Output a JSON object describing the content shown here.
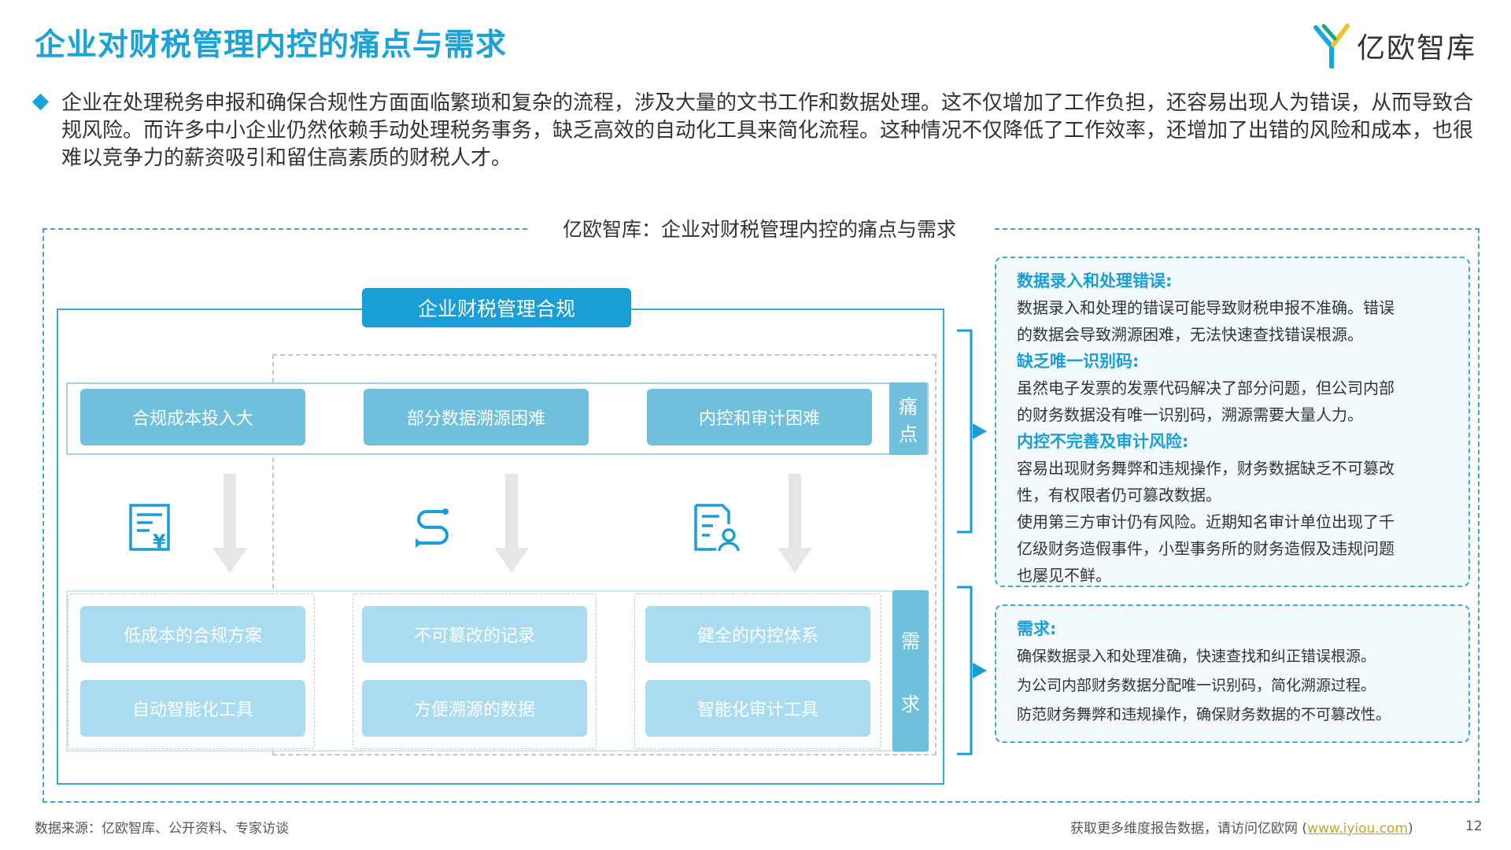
{
  "header": {
    "title": "企业对财税管理内控的痛点与需求",
    "logo_text": "亿欧智库"
  },
  "intro": {
    "text": "企业在处理税务申报和确保合规性方面面临繁琐和复杂的流程，涉及大量的文书工作和数据处理。这不仅增加了工作负担，还容易出现人为错误，从而导致合规风险。而许多中小企业仍然依赖手动处理税务事务，缺乏高效的自动化工具来简化流程。这种情况不仅降低了工作效率，还增加了出错的风险和成本，也很难以竞争力的薪资吸引和留住高素质的财税人才。"
  },
  "diagram": {
    "frame_title": "亿欧智库：企业对财税管理内控的痛点与需求",
    "compliance_label": "企业财税管理合规",
    "pain_tag": [
      "痛",
      "点"
    ],
    "need_tag": [
      "需",
      "求"
    ],
    "pain_points": [
      "合规成本投入大",
      "部分数据溯源困难",
      "内控和审计困难"
    ],
    "icons": [
      "invoice-icon",
      "flow-icon",
      "audit-document-icon"
    ],
    "needs": [
      [
        "低成本的合规方案",
        "自动智能化工具"
      ],
      [
        "不可篡改的记录",
        "方便溯源的数据"
      ],
      [
        "健全的内控体系",
        "智能化审计工具"
      ]
    ]
  },
  "pain_panel": {
    "sections": [
      {
        "head": "数据录入和处理错误:",
        "lines": [
          "数据录入和处理的错误可能导致财税申报不准确。错误",
          "的数据会导致溯源困难，无法快速查找错误根源。"
        ]
      },
      {
        "head": "缺乏唯一识别码:",
        "lines": [
          "虽然电子发票的发票代码解决了部分问题，但公司内部",
          "的财务数据没有唯一识别码，溯源需要大量人力。"
        ]
      },
      {
        "head": "内控不完善及审计风险:",
        "lines": [
          "容易出现财务舞弊和违规操作，财务数据缺乏不可篡改",
          "性，有权限者仍可篡改数据。",
          "使用第三方审计仍有风险。近期知名审计单位出现了千",
          "亿级财务造假事件，小型事务所的财务造假及违规问题",
          "也屡见不鲜。"
        ]
      }
    ]
  },
  "need_panel": {
    "head": "需求:",
    "lines": [
      "确保数据录入和处理准确，快速查找和纠正错误根源。",
      "为公司内部财务数据分配唯一识别码，简化溯源过程。",
      "防范财务舞弊和违规操作，确保财务数据的不可篡改性。"
    ]
  },
  "footer": {
    "source": "数据来源：亿欧智库、公开资料、专家访谈",
    "more_prefix": "获取更多维度报告数据，请访问亿欧网 (",
    "link": "www.iyiou.com",
    "more_suffix": ")",
    "page_number": "12"
  },
  "colors": {
    "accent": "#1aa3d9",
    "pain_fill": "#6fc0dc",
    "need_fill": "#a9dcf0",
    "panel_bg": "#f2fafd"
  }
}
